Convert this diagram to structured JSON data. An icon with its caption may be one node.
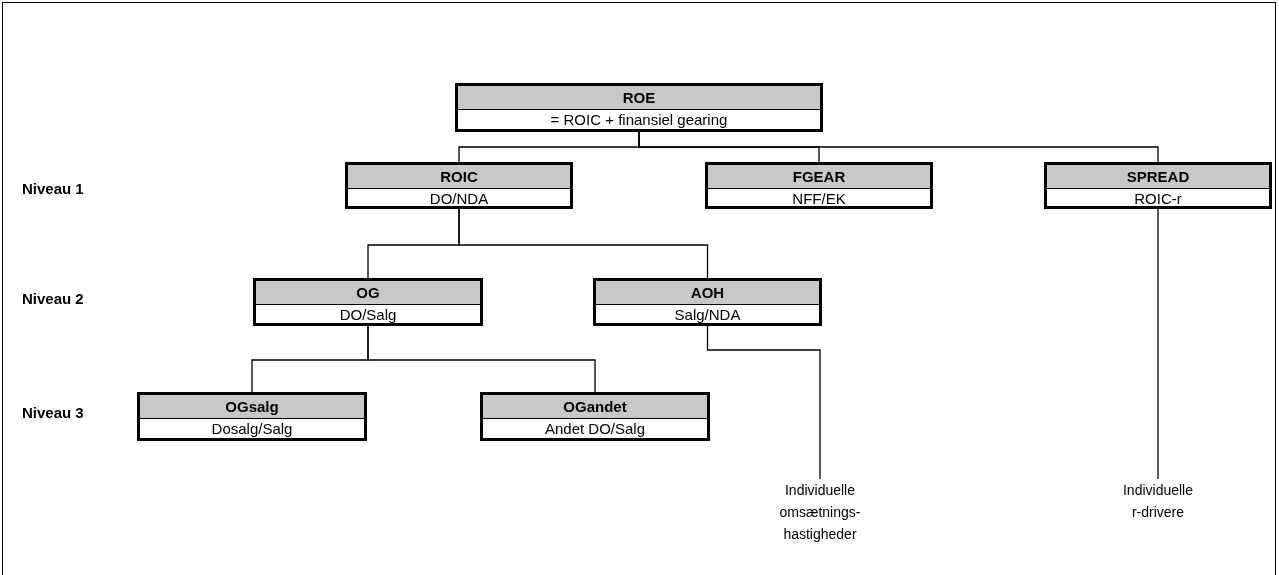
{
  "diagram": {
    "nodes": [
      {
        "text": [
          "ROE",
          "= ROIC + finansiel gearing"
        ]
      },
      {
        "text": [
          "ROIC",
          "DO/NDA"
        ]
      },
      {
        "text": [
          "FGEAR",
          "NFF/EK"
        ]
      },
      {
        "text": [
          "SPREAD",
          "ROIC-r"
        ]
      },
      {
        "text": [
          "OG",
          "DO/Salg"
        ]
      },
      {
        "text": [
          "AOH",
          "Salg/NDA"
        ]
      },
      {
        "text": [
          "OGsalg",
          "Dosalg/Salg"
        ]
      },
      {
        "text": [
          "OGandet",
          "Andet DO/Salg"
        ]
      },
      {
        "text": [
          "Individuelle omsætnings- hastigheder"
        ]
      },
      {
        "text": [
          "Individuelle r-drivere"
        ]
      }
    ],
    "edges": [
      {
        "from": 0,
        "to": 1,
        "arrow": "none"
      },
      {
        "from": 0,
        "to": 2,
        "arrow": "none"
      },
      {
        "from": 0,
        "to": 3,
        "arrow": "none"
      },
      {
        "from": 1,
        "to": 4,
        "arrow": "none"
      },
      {
        "from": 1,
        "to": 5,
        "arrow": "none"
      },
      {
        "from": 4,
        "to": 6,
        "arrow": "none"
      },
      {
        "from": 4,
        "to": 7,
        "arrow": "none"
      },
      {
        "from": 5,
        "to": 8,
        "arrow": "none"
      },
      {
        "from": 3,
        "to": 9,
        "arrow": "none"
      }
    ],
    "labels": [
      "Niveau 1",
      "Niveau 2",
      "Niveau 3"
    ]
  }
}
